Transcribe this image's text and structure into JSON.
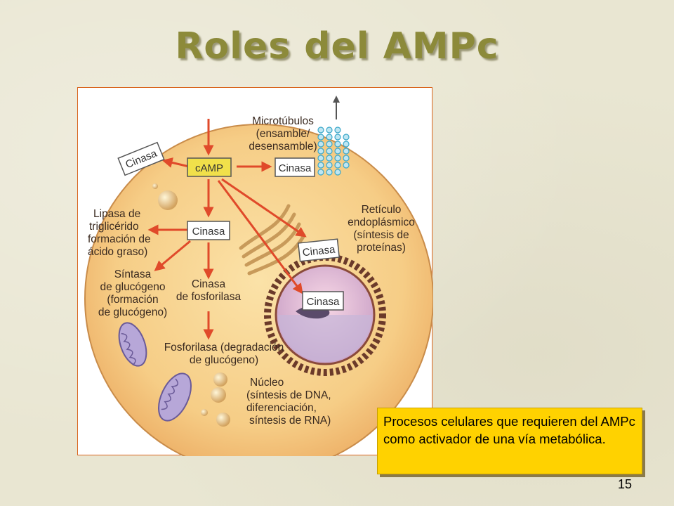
{
  "slide": {
    "title": "Roles del AMPc",
    "caption": "Procesos celulares que requieren del AMPc como activador de una vía metabólica.",
    "page_number": "15"
  },
  "diagram": {
    "camp": "cAMP",
    "kinase_label": "Cinasa",
    "microtubules": [
      "Microtúbulos",
      "(ensamble/",
      "desensamble)"
    ],
    "reticulum": [
      "Retículo",
      "endoplásmico",
      "(síntesis de",
      "proteínas)"
    ],
    "lipase": [
      "Lipasa de",
      "triglicérido",
      "formación de",
      "ácido graso)"
    ],
    "glycogen_synthase": [
      "Síntasa",
      "de glucógeno",
      "(formación",
      "de glucógeno)"
    ],
    "phosphorylase_kinase": [
      "Cinasa",
      "de fosforilasa"
    ],
    "phosphorylase": [
      "Fosforilasa (degradación",
      "de glucógeno)"
    ],
    "nucleus": [
      "Núcleo",
      "(síntesis de DNA,",
      "diferenciación,",
      "síntesis de RNA)"
    ]
  },
  "colors": {
    "title": "#8c8a3a",
    "cell_fill": "#f4c47e",
    "arrow": "#e04a2a",
    "camp_box": "#f1e04a",
    "callout": "#ffd200"
  }
}
